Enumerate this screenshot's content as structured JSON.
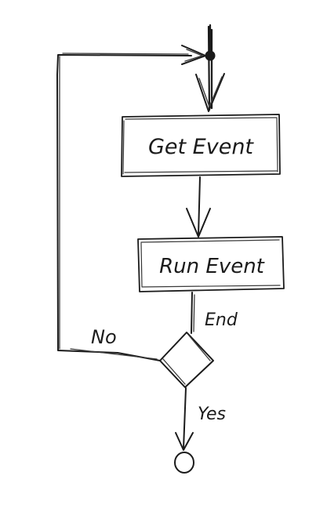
{
  "flowchart": {
    "nodes": {
      "get_event": "Get Event",
      "run_event": "Run Event"
    },
    "edges": {
      "end_label": "End",
      "no_label": "No",
      "yes_label": "Yes"
    }
  }
}
